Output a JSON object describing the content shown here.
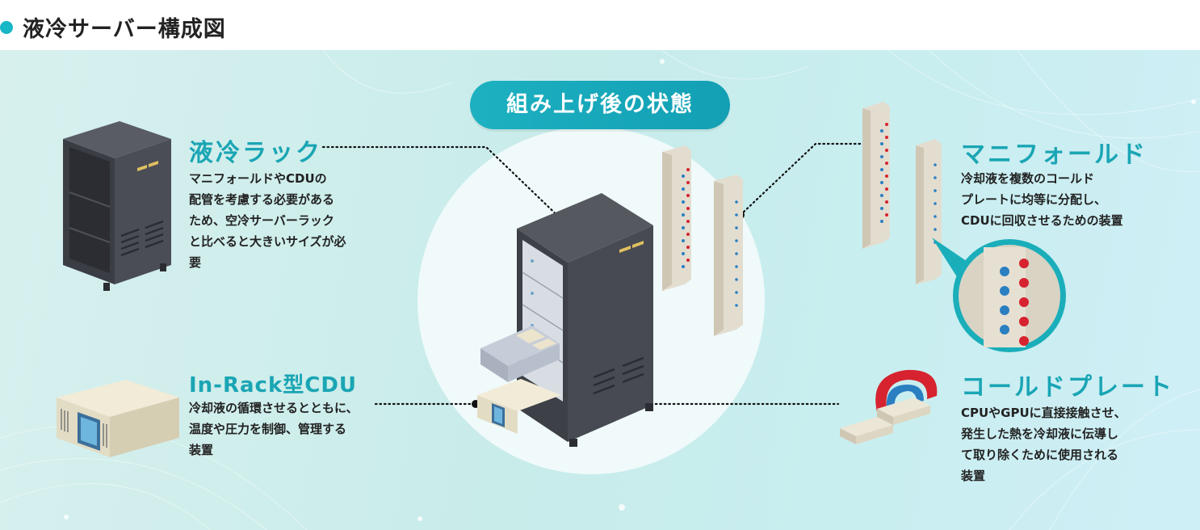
{
  "title": "液冷サーバー構成図",
  "badge": "組み上げ後の状態",
  "components": {
    "rack": {
      "name": "液冷ラック",
      "desc": "マニフォールドやCDUの\n配管を考慮する必要がある\nため、空冷サーバーラック\nと比べると大きいサイズが必\n要"
    },
    "cdu": {
      "name": "In-Rack型CDU",
      "desc": "冷却液の循環させるとともに、\n温度や圧力を制御、管理する\n装置"
    },
    "manifold": {
      "name": "マニフォールド",
      "desc": "冷却液を複数のコールド\nプレートに均等に分配し、\nCDUに回収させるための装置"
    },
    "coldplate": {
      "name": "コールドプレート",
      "desc": "CPUやGPUに直接接触させ、\n発生した熱を冷却液に伝導し\nて取り除くために使用される\n装置"
    }
  },
  "colors": {
    "accent": "#1aa5b4",
    "rack_dark": "#44474f",
    "manifold_beige": "#e3ddd0",
    "pipe_red": "#d6232f",
    "pipe_blue": "#2a7fc1"
  }
}
